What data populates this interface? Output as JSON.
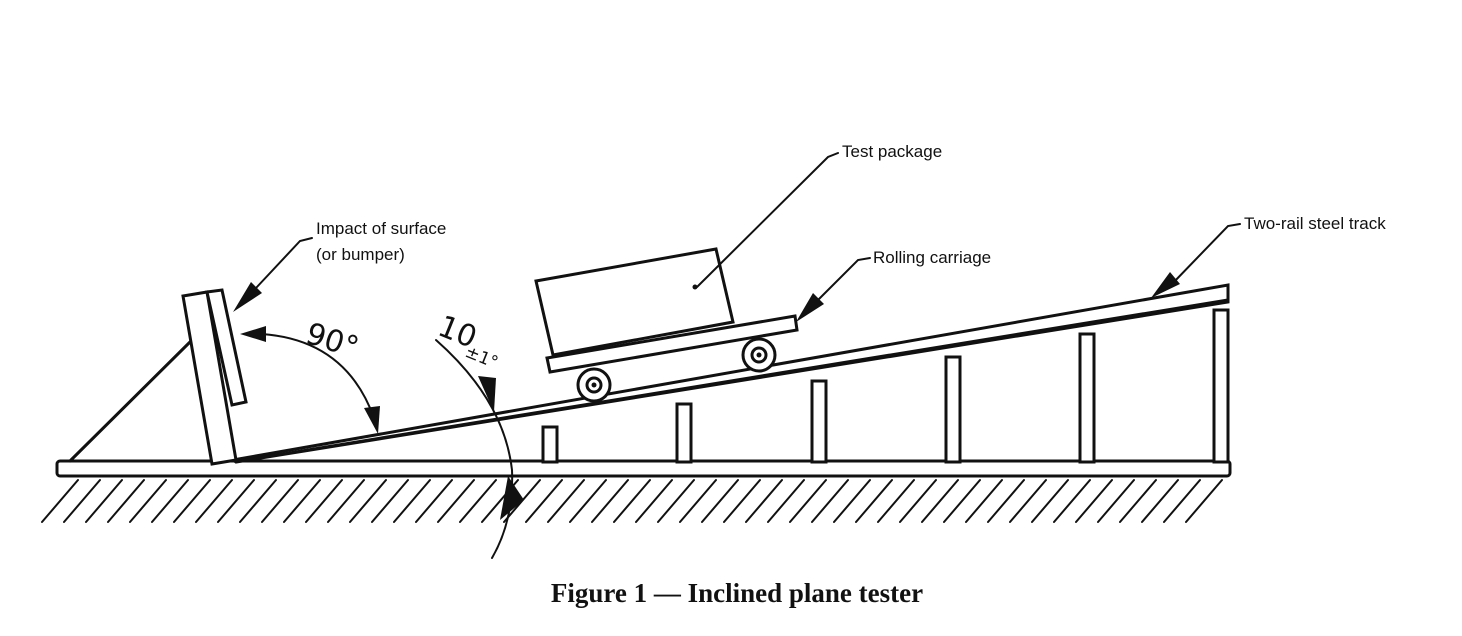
{
  "figure": {
    "caption": "Figure 1 — Inclined plane tester",
    "labels": {
      "test_package": "Test package",
      "two_rail_track": "Two-rail steel track",
      "impact_surface_line1": "Impact of surface",
      "impact_surface_line2": "(or bumper)",
      "rolling_carriage": "Rolling carriage"
    },
    "angles": {
      "bumper_angle": "90°",
      "incline_angle_main": "10",
      "incline_tolerance": "±1°"
    }
  }
}
